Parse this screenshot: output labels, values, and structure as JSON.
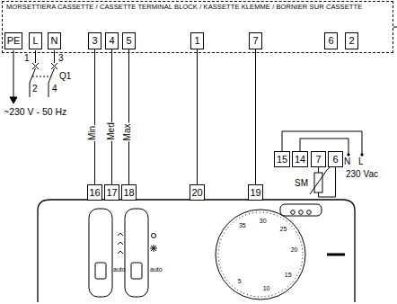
{
  "diagram": {
    "nodes": [
      {
        "text": [
          "MORSETTIERA CASSETTE / CASSETTE TERMINAL BLOCK / KASSETTE KLEMME / BORNIER SUR CASSETTE"
        ]
      },
      {
        "text": [
          "PE"
        ],
        "in": 0
      },
      {
        "text": [
          "L"
        ],
        "in": 0
      },
      {
        "text": [
          "N"
        ],
        "in": 0
      },
      {
        "text": [
          "3"
        ],
        "in": 0
      },
      {
        "text": [
          "4"
        ],
        "in": 0
      },
      {
        "text": [
          "5"
        ],
        "in": 0
      },
      {
        "text": [
          "1"
        ],
        "in": 0
      },
      {
        "text": [
          "7"
        ],
        "in": 0
      },
      {
        "text": [
          "6"
        ],
        "in": 0
      },
      {
        "text": [
          "2"
        ],
        "in": 0
      },
      {
        "text": [
          "16"
        ]
      },
      {
        "text": [
          "17"
        ]
      },
      {
        "text": [
          "18"
        ]
      },
      {
        "text": [
          "20"
        ]
      },
      {
        "text": [
          "19"
        ]
      },
      {
        "text": [
          "15"
        ]
      },
      {
        "text": [
          "14"
        ]
      },
      {
        "text": [
          "7"
        ]
      },
      {
        "text": [
          "6"
        ]
      }
    ],
    "edges": [
      {
        "from": 4,
        "to": 11,
        "arrow": "none",
        "label": "Min"
      },
      {
        "from": 5,
        "to": 12,
        "arrow": "none",
        "label": "Med"
      },
      {
        "from": 6,
        "to": 13,
        "arrow": "none",
        "label": "Max"
      },
      {
        "from": 7,
        "to": 14,
        "arrow": "none"
      },
      {
        "from": 8,
        "to": 15,
        "arrow": "none"
      }
    ],
    "labels": [
      "1",
      "3",
      "2",
      "4",
      "Q1",
      "~230 V - 50 Hz",
      "N",
      "L",
      "230 Vac",
      "SM",
      "auto",
      "auto",
      "35",
      "30",
      "25",
      "20",
      "15",
      "10",
      "5"
    ]
  }
}
